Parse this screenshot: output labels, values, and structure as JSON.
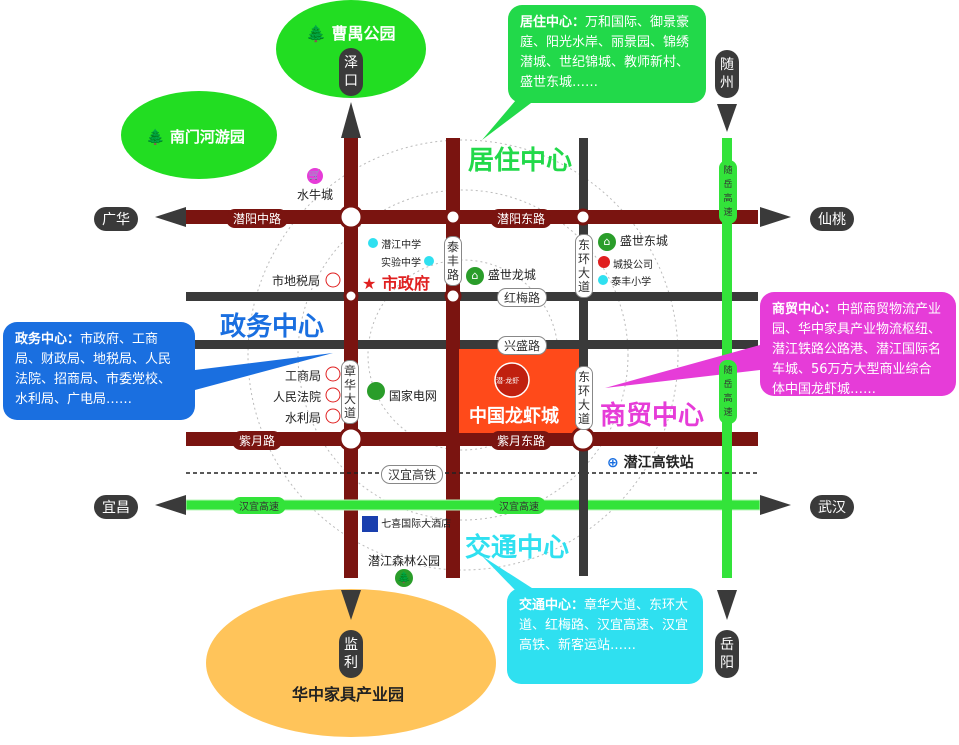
{
  "colors": {
    "road_maroon": "#7a1410",
    "road_gray": "#3a3a3a",
    "expressway_green": "#33e33a",
    "govt_blue": "#1a6fe0",
    "residential_green": "#22d94a",
    "commerce_magenta": "#e63cd8",
    "traffic_cyan": "#2fe0f0",
    "crayfish_orange": "#ff4a1a",
    "park_green": "#22dd22",
    "furniture_orange": "#ffc45a"
  },
  "parks": {
    "caodang": "曹禺公园",
    "nanmen": "南门河游园",
    "senlin": "潜江森林公园",
    "furniture": "华中家具产业园"
  },
  "directions": {
    "guanghua": "广华",
    "xiantao": "仙桃",
    "yichang": "宜昌",
    "wuhan": "武汉",
    "zekou": "泽口",
    "suizhou": "随州",
    "jianli": "监利",
    "yueyang": "岳阳"
  },
  "roads": {
    "qianyang_w": "潜阳中路",
    "qianyang_e": "潜阳东路",
    "hongmei": "红梅路",
    "xingsheng": "兴盛路",
    "ziyue_w": "紫月路",
    "ziyue_e": "紫月东路",
    "hanyi_rail": "汉宜高铁",
    "hanyi_exp_w": "汉宜高速",
    "hanyi_exp_e": "汉宜高速",
    "zhanghua": "章华大道",
    "taifeng": "泰丰路",
    "donghuan_n": "东环大道",
    "donghuan_s": "东环大道",
    "suiyue_n": "随岳高速",
    "suiyue_s": "随岳高速"
  },
  "centers": {
    "residential": "居住中心",
    "government": "政务中心",
    "commerce": "商贸中心",
    "traffic": "交通中心"
  },
  "callouts": {
    "residential_head": "居住中心：",
    "residential_body": "万和国际、御景豪庭、阳光水岸、丽景园、锦绣潜城、世纪锦城、教师新村、盛世东城……",
    "government_head": "政务中心：",
    "government_body": "市政府、工商局、财政局、地税局、人民法院、招商局、市委党校、水利局、广电局……",
    "commerce_head": "商贸中心：",
    "commerce_body": "中部商贸物流产业园、华中家具产业物流枢纽、潜江铁路公路港、潜江国际名车城、56万方大型商业综合体中国龙虾城……",
    "traffic_head": "交通中心：",
    "traffic_body": "章华大道、东环大道、红梅路、汉宜高速、汉宜高铁、新客运站……"
  },
  "poi": {
    "shuiniu": "水牛城",
    "qianjiang_middle": "潜江中学",
    "shiyan_middle": "实验中学",
    "tax_bureau": "市地税局",
    "city_gov": "市政府",
    "shengshi_longcheng": "盛世龙城",
    "shengshi_dongcheng": "盛世东城",
    "chengtou": "城投公司",
    "taifeng_school": "泰丰小学",
    "gongshang": "工商局",
    "court": "人民法院",
    "water": "水利局",
    "grid": "国家电网",
    "crayfish_city": "中国龙虾城",
    "crayfish_logo": "潜·龙虾",
    "hsr_station": "潜江高铁站",
    "qixi_hotel": "七喜国际大酒店"
  }
}
